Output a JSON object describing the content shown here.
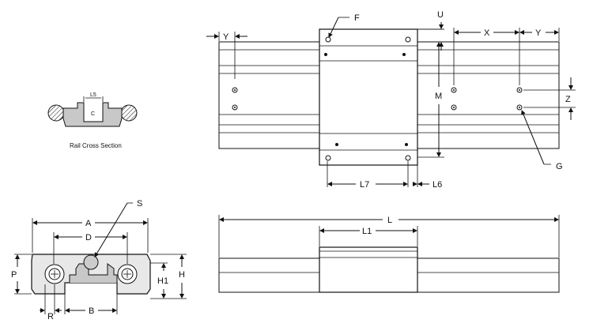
{
  "drawing": {
    "type": "linear rail and carriage technical drawing",
    "caption": "Rail Cross Section",
    "dimension_labels": {
      "Y": "Y",
      "F": "F",
      "U": "U",
      "X": "X",
      "M": "M",
      "Z": "Z",
      "G": "G",
      "L7": "L7",
      "L6": "L6",
      "L5": "L5",
      "C": "C",
      "S": "S",
      "A": "A",
      "D": "D",
      "P": "P",
      "H": "H",
      "H1": "H1",
      "R": "R",
      "B": "B",
      "L": "L",
      "L1": "L1"
    },
    "colors": {
      "background": "#ffffff",
      "line": "#111111",
      "rail_fill": "#c8c8c8",
      "carriage_fill": "#e8e8e8"
    }
  }
}
